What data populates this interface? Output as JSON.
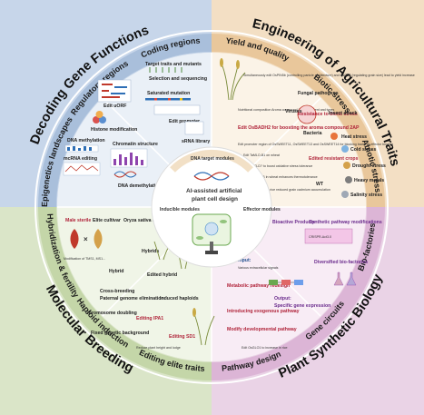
{
  "quadrants": {
    "top_left": {
      "title": "Decoding Gene Functions",
      "color": "#c7d6ea"
    },
    "top_right": {
      "title": "Engineering of Agricultural Traits",
      "color": "#f3dfc4"
    },
    "bottom_left": {
      "title": "Molecular Breeding",
      "color": "#dae5c8"
    },
    "bottom_right": {
      "title": "Plant Synthetic Biology",
      "color": "#ead3e6"
    }
  },
  "ring_labels": {
    "coding_regions": "Coding regions",
    "regulatory_regions": "Regulatory regions",
    "epigenetic_landscapes": "Epigenetics landscapes",
    "yield_quality": "Yield and quality",
    "biotic_stress": "Biotic stress",
    "abiotic_stress": "Abiotic stress",
    "hybridization_fertility": "Hybridization & fertility",
    "haploid_induction": "Haploid induction",
    "editing_elite": "Editing elite traits",
    "bio_factories": "Bio-factories",
    "gene_circuits": "Gene circuits",
    "pathway_design": "Pathway design"
  },
  "center": {
    "title_line1": "AI-assisted artificial",
    "title_line2": "plant cell design",
    "dna_modules": "DNA target modules",
    "inducible": "Inducible modules",
    "effector": "Effector modules"
  },
  "details": {
    "tl": {
      "edit_uorf": "Edit uORF",
      "target_traits": "Target traits and mutants",
      "selection_seq": "Selection and sequencing",
      "saturated_mut": "Saturated mutation",
      "edit_promoter": "Edit promoter",
      "srna_library": "sRNA library",
      "histone": "Histone modification",
      "dna_methylation": "DNA methylation",
      "mcrna": "mcRNA editing",
      "chromatin": "Chromatin structure",
      "dna_demethylation": "DNA demethylation"
    },
    "tr": {
      "yield_text": "Simultaneously edit OsPIN5b (controlling panicle architecture) and OsGS3 (regulating grain size) lead to yield increase",
      "fungal": "Fungal pathogens",
      "resistance": "Resistance to biotic stress",
      "insect": "Insect attack",
      "viruses": "Viruses",
      "bacteria": "Bacteria",
      "nutrition": "Nutritional composition Aroma compound Starch content and types",
      "edit_osbadh2": "Edit OsBADH2 for boosting the aroma compound 2AP",
      "heat": "Heat stress",
      "cold": "Cold stress",
      "drought": "Drought stress",
      "heavy": "Heavy metals",
      "salinity": "Salinity stress",
      "edited_crops": "Edited resistant crops",
      "wt": "WT",
      "promoter_text": "Edit promoter region of OsSWEET11, OsSWEET13 and OsSWEET14 for blocking bacterial effector binding",
      "tamlo": "Edit TaMLO-B1 on wheat",
      "oscld": "Edit OsCLD? to boost oxidative stress tolerance",
      "tafer": "Edit TaFER-5B in wheat enhances thermotolerance",
      "osnramp": "Edit OsNramp5 in rice reduced grain cadmium accumulation"
    },
    "bl": {
      "male_sterile": "Male sterile",
      "elite_cultivar": "Elite cultivar",
      "oryza": "Oryza sativa L. subspecies",
      "hybrids": "Hybrids",
      "hybrid": "Hybrid",
      "edited_hybrid": "Edited hybrid",
      "cross_breeding": "Cross-breeding",
      "paternal": "Paternal genome elimination",
      "induced_haploids": "Induced haploids",
      "chromosome": "Chromosome doubling",
      "fixed": "Fixed genetic background",
      "edit_ipa1": "Editing IPA1",
      "edit_sd1": "Editing SD1",
      "reduce_plant": "Reduce plant height and lodge",
      "modification": "Modification of TMS1, MS1..."
    },
    "br": {
      "bioactive": "Bioactive Products",
      "synthetic_pathway": "Synthetic pathway modifications",
      "crispr": "CRISPR-Act3.0",
      "diversified": "Diversified bio-factories",
      "input": "Input:",
      "input_signals": "Various extracellular signals",
      "metabolic": "Metabolic pathway redesign",
      "introducing": "Introducing exogenous pathway",
      "output": "Output:",
      "output_specific": "Specific gene expression",
      "modify_dev": "Modify developmental pathway",
      "edit_osglo": "Edit OsGLO1 to increase in rice"
    }
  }
}
